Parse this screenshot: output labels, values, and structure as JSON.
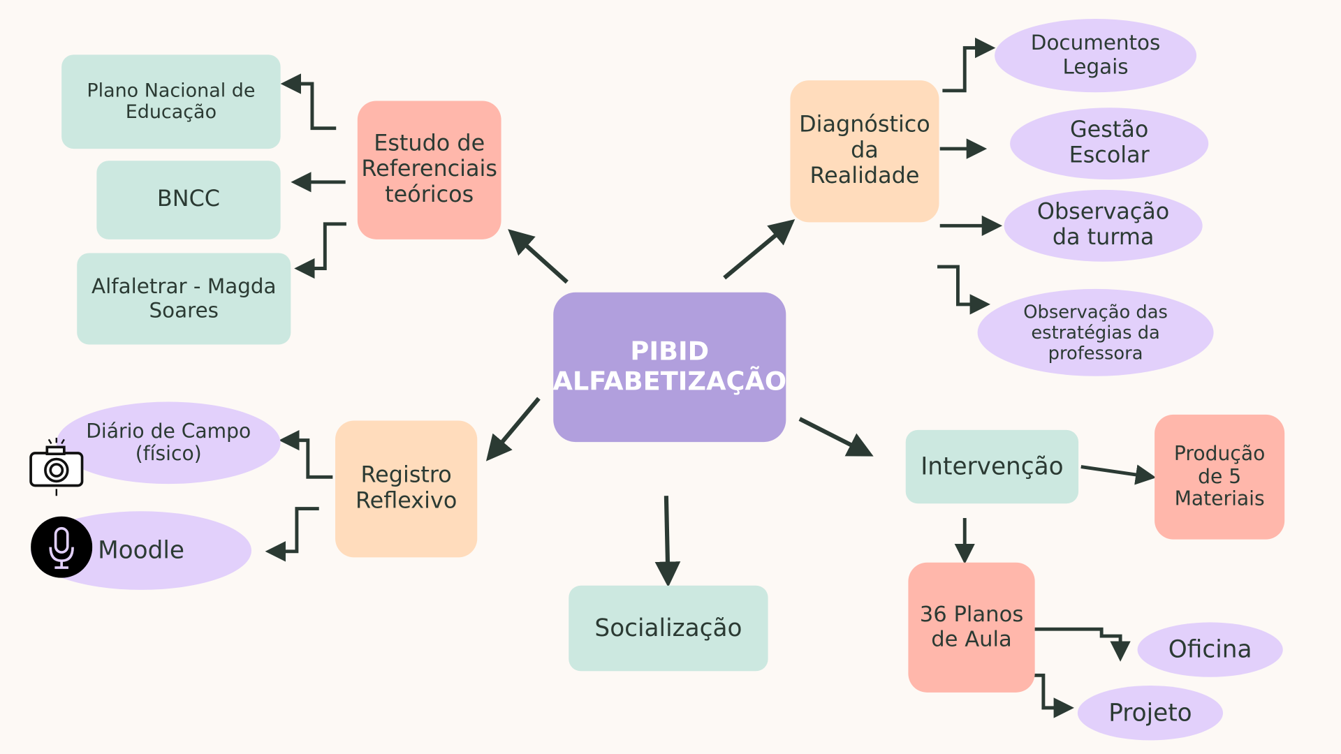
{
  "center": "PIBID\nALFABETIZAÇÃO",
  "referencias": {
    "title": "Estudo de\nReferenciais\nteóricos",
    "items": [
      "Plano Nacional de\nEducação",
      "BNCC",
      "Alfaletrar - Magda\nSoares"
    ]
  },
  "diagnostico": {
    "title": "Diagnóstico\nda\nRealidade",
    "items": [
      "Documentos\nLegais",
      "Gestão\nEscolar",
      "Observação\nda turma",
      "Observação das\nestratégias da\nprofessora"
    ]
  },
  "registro": {
    "title": "Registro\nReflexivo",
    "items": [
      "Diário de Campo\n(físico)",
      "Moodle"
    ]
  },
  "socializacao": "Socialização",
  "intervencao": {
    "title": "Intervenção",
    "materiais": "Produção\nde 5\nMateriais",
    "planos": "36 Planos\nde Aula",
    "items": [
      "Oficina",
      "Projeto"
    ]
  },
  "colors": {
    "teal": "#cce8e0",
    "salmon": "#ffb7ab",
    "peach": "#ffdcbc",
    "lavender": "#e2d0fb",
    "center": "#b19fdd",
    "arrow": "#2b3a33"
  }
}
